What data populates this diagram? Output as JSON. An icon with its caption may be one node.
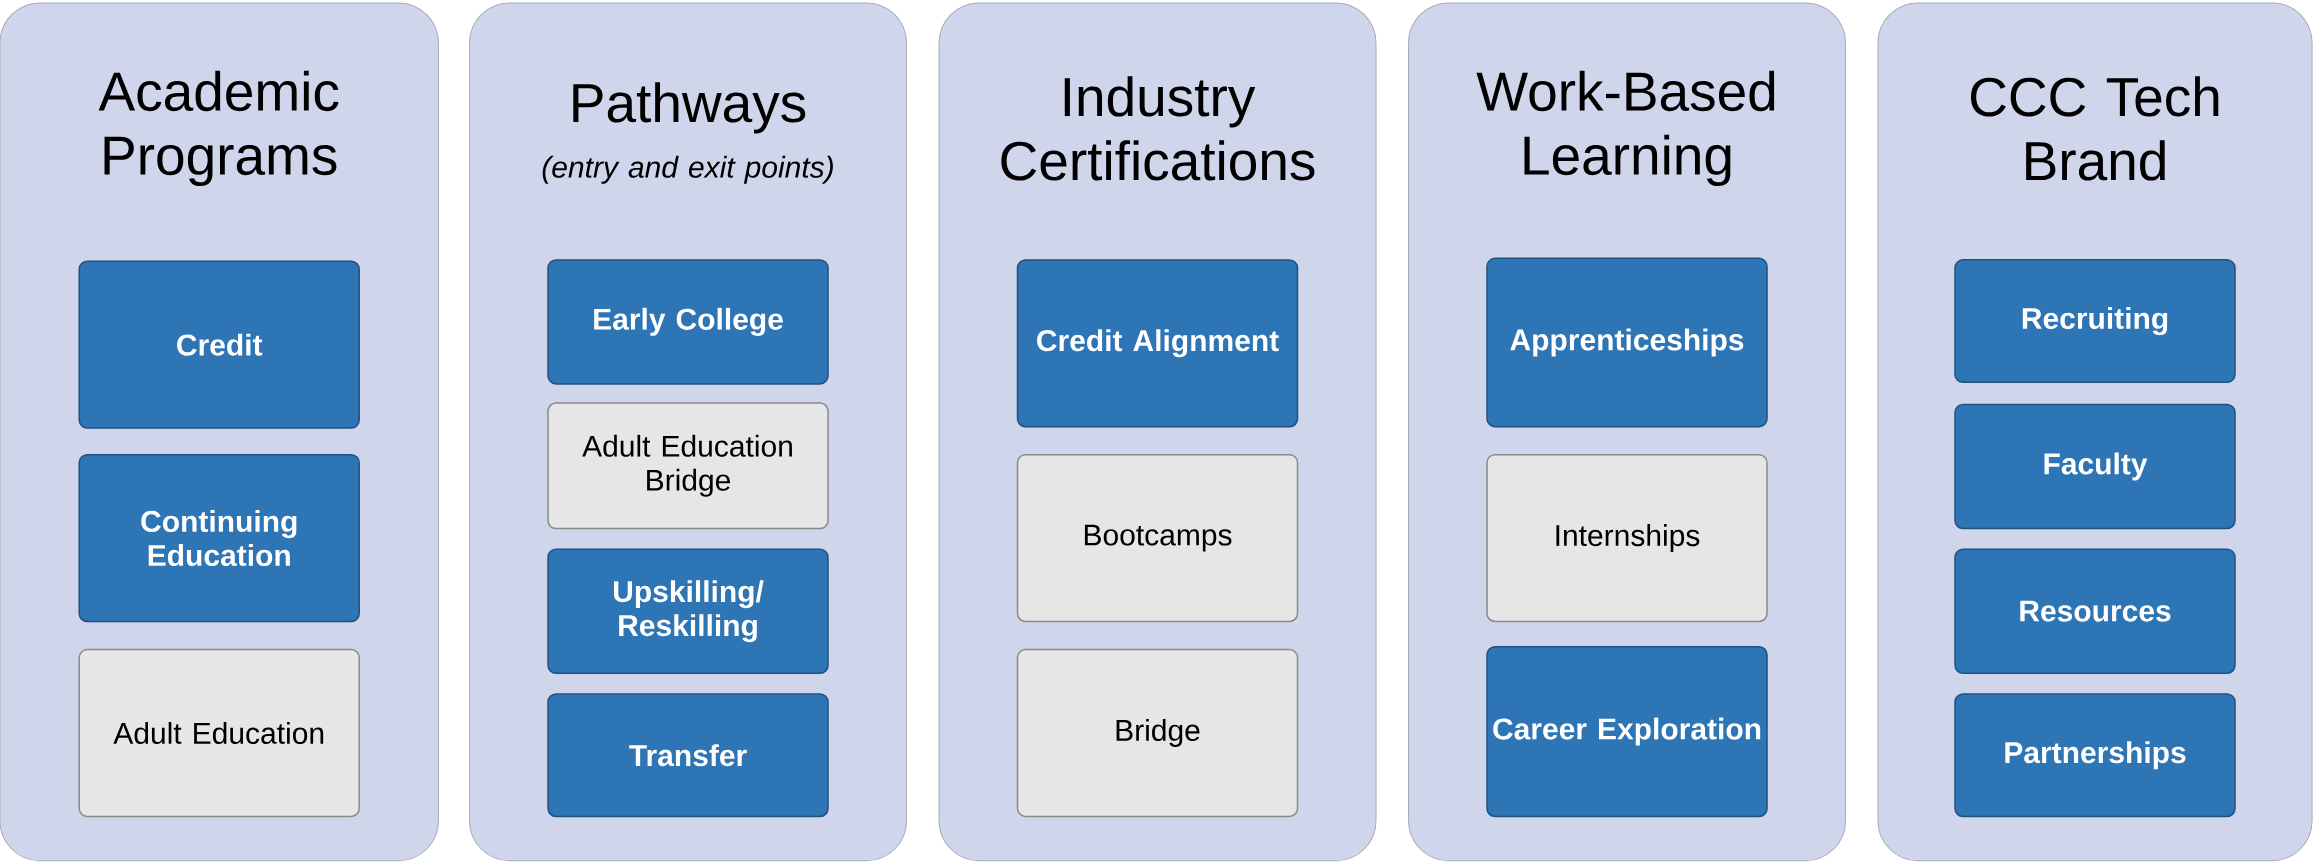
{
  "diagram": {
    "nodes": [
      {
        "text": [
          "Academic Programs"
        ]
      },
      {
        "text": [
          "Credit"
        ],
        "in": 0
      },
      {
        "text": [
          "Continuing Education"
        ],
        "in": 0
      },
      {
        "text": [
          "Adult Education"
        ],
        "in": 0
      },
      {
        "text": [
          "Pathways",
          "(entry and exit points)"
        ]
      },
      {
        "text": [
          "Early College"
        ],
        "in": 4
      },
      {
        "text": [
          "Adult Education Bridge"
        ],
        "in": 4
      },
      {
        "text": [
          "Upskilling/ Reskilling"
        ],
        "in": 4
      },
      {
        "text": [
          "Transfer"
        ],
        "in": 4
      },
      {
        "text": [
          "Industry Certifications"
        ]
      },
      {
        "text": [
          "Credit Alignment"
        ],
        "in": 9
      },
      {
        "text": [
          "Bootcamps"
        ],
        "in": 9
      },
      {
        "text": [
          "Bridge"
        ],
        "in": 9
      },
      {
        "text": [
          "Work-Based Learning"
        ]
      },
      {
        "text": [
          "Apprenticeships"
        ],
        "in": 13
      },
      {
        "text": [
          "Internships"
        ],
        "in": 13
      },
      {
        "text": [
          "Career Exploration"
        ],
        "in": 13
      },
      {
        "text": [
          "CCC Tech Brand"
        ]
      },
      {
        "text": [
          "Recruiting"
        ],
        "in": 17
      },
      {
        "text": [
          "Faculty"
        ],
        "in": 17
      },
      {
        "text": [
          "Resources"
        ],
        "in": 17
      },
      {
        "text": [
          "Partnerships"
        ],
        "in": 17
      }
    ],
    "edges": []
  }
}
